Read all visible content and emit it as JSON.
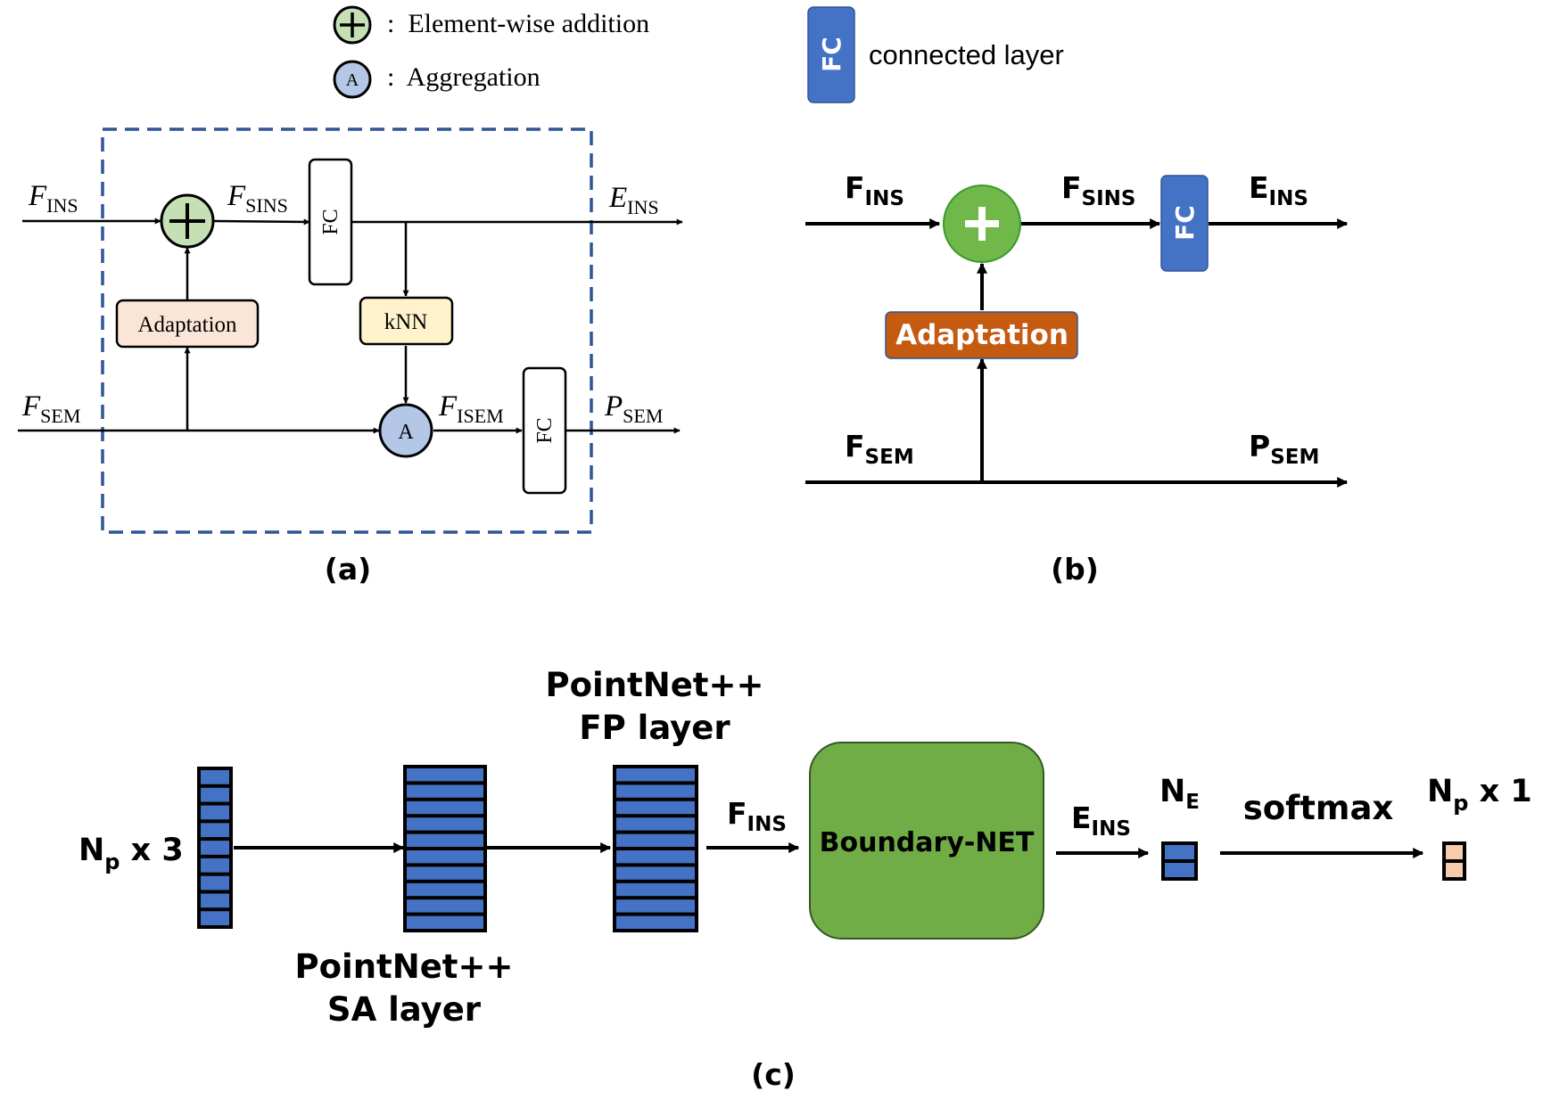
{
  "legend": {
    "add_text": ":  Element-wise addition",
    "agg_symbol": "A",
    "agg_text": ":  Aggregation",
    "fc_symbol": "FC",
    "fc_text": "connected layer"
  },
  "panel_a": {
    "caption": "(a)",
    "in_ins": "F",
    "in_ins_sub": "INS",
    "sins": "F",
    "sins_sub": "SINS",
    "out_ins": "E",
    "out_ins_sub": "INS",
    "in_sem": "F",
    "in_sem_sub": "SEM",
    "isem": "F",
    "isem_sub": "ISEM",
    "out_sem": "P",
    "out_sem_sub": "SEM",
    "fc_top": "FC",
    "fc_bottom": "FC",
    "adaptation": "Adaptation",
    "knn": "kNN",
    "agg": "A"
  },
  "panel_b": {
    "caption": "(b)",
    "in_ins": "F",
    "in_ins_sub": "INS",
    "sins": "F",
    "sins_sub": "SINS",
    "out_ins": "E",
    "out_ins_sub": "INS",
    "in_sem": "F",
    "in_sem_sub": "SEM",
    "out_sem": "P",
    "out_sem_sub": "SEM",
    "fc": "FC",
    "adaptation": "Adaptation"
  },
  "panel_c": {
    "caption": "(c)",
    "input": "N",
    "input_sub": "p",
    "input_suffix": " x 3",
    "sa_line1": "PointNet++",
    "sa_line2": "SA layer",
    "fp_line1": "PointNet++",
    "fp_line2": "FP layer",
    "fins": "F",
    "fins_sub": "INS",
    "boundary": "Boundary-NET",
    "eins": "E",
    "eins_sub": "INS",
    "ne": "N",
    "ne_sub": "E",
    "softmax": "softmax",
    "output": "N",
    "output_sub": "p",
    "output_suffix": " x 1"
  },
  "colors": {
    "add_fill": "#c5e0b4",
    "add_fill_b": "#70b84a",
    "agg_fill": "#b4c7e7",
    "fc_blue": "#4472c4",
    "adapt_fill": "#fbe5d6",
    "adapt_fill_b": "#c55a11",
    "knn_fill": "#fff2cc",
    "boundary_fill": "#70ad47",
    "dash_border": "#2f5597",
    "output_fill": "#f8cbad"
  }
}
